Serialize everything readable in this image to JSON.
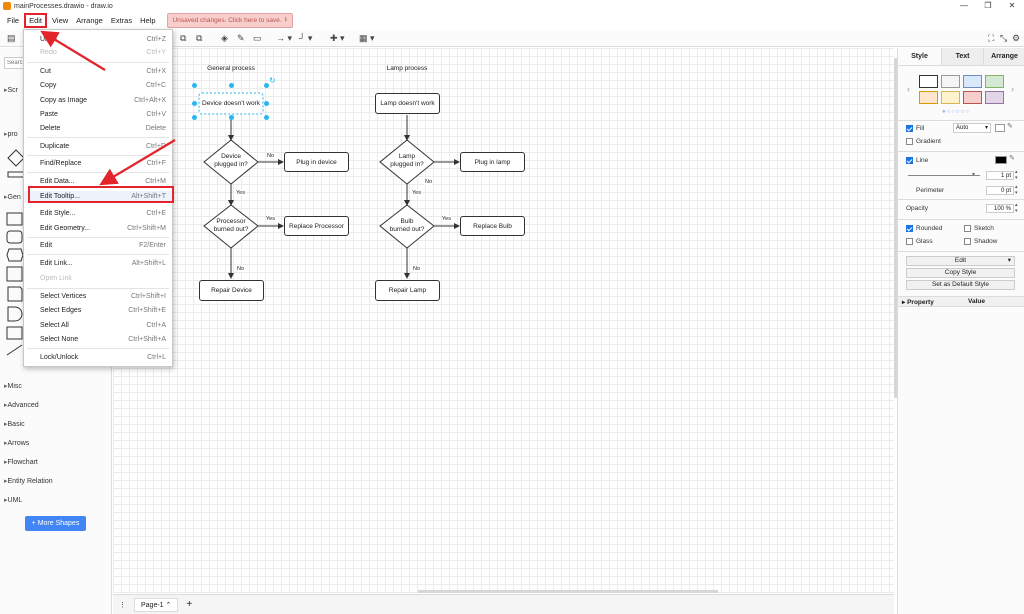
{
  "window": {
    "title": "mainProcesses.drawio - draw.io",
    "minimize": "—",
    "maximize": "❐",
    "close": "✕"
  },
  "menubar": {
    "items": [
      "File",
      "Edit",
      "View",
      "Arrange",
      "Extras",
      "Help"
    ],
    "unsaved": "Unsaved changes. Click here to save."
  },
  "edit_menu": {
    "items": [
      {
        "label": "Undo",
        "shortcut": "Ctrl+Z",
        "disabled": false
      },
      {
        "label": "Redo",
        "shortcut": "Ctrl+Y",
        "disabled": true
      },
      {
        "label": "Cut",
        "shortcut": "Ctrl+X",
        "disabled": false
      },
      {
        "label": "Copy",
        "shortcut": "Ctrl+C",
        "disabled": false
      },
      {
        "label": "Copy as Image",
        "shortcut": "Ctrl+Alt+X",
        "disabled": false
      },
      {
        "label": "Paste",
        "shortcut": "Ctrl+V",
        "disabled": false
      },
      {
        "label": "Delete",
        "shortcut": "Delete",
        "disabled": false
      },
      {
        "label": "Duplicate",
        "shortcut": "Ctrl+D",
        "disabled": false
      },
      {
        "label": "Find/Replace",
        "shortcut": "Ctrl+F",
        "disabled": false
      },
      {
        "label": "Edit Data...",
        "shortcut": "Ctrl+M",
        "disabled": false
      },
      {
        "label": "Edit Tooltip...",
        "shortcut": "Alt+Shift+T",
        "disabled": false
      },
      {
        "label": "Edit Style...",
        "shortcut": "Ctrl+E",
        "disabled": false
      },
      {
        "label": "Edit Geometry...",
        "shortcut": "Ctrl+Shift+M",
        "disabled": false
      },
      {
        "label": "Edit",
        "shortcut": "F2/Enter",
        "disabled": false
      },
      {
        "label": "Edit Link...",
        "shortcut": "Alt+Shift+L",
        "disabled": false
      },
      {
        "label": "Open Link",
        "shortcut": "",
        "disabled": true
      },
      {
        "label": "Select Vertices",
        "shortcut": "Ctrl+Shift+I",
        "disabled": false
      },
      {
        "label": "Select Edges",
        "shortcut": "Ctrl+Shift+E",
        "disabled": false
      },
      {
        "label": "Select All",
        "shortcut": "Ctrl+A",
        "disabled": false
      },
      {
        "label": "Select None",
        "shortcut": "Ctrl+Shift+A",
        "disabled": false
      },
      {
        "label": "Lock/Unlock",
        "shortcut": "Ctrl+L",
        "disabled": false
      }
    ]
  },
  "left_panel": {
    "search_placeholder": "Search",
    "sections": [
      "Scr",
      "pro",
      "Gen",
      "Misc",
      "Advanced",
      "Basic",
      "Arrows",
      "Flowchart",
      "Entity Relation",
      "UML"
    ],
    "more_shapes": "+ More Shapes"
  },
  "diagram": {
    "general_title": "General process",
    "lamp_title": "Lamp process",
    "g_start": "Device doesn't work",
    "g_d1": [
      "Device",
      "plugged in?"
    ],
    "g_plug": "Plug in device",
    "g_d2": [
      "Processor",
      "burned out?"
    ],
    "g_replace": "Replace Processor",
    "g_repair": "Repair Device",
    "l_start": "Lamp doesn't work",
    "l_d1": [
      "Lamp",
      "plugged in?"
    ],
    "l_plug": "Plug in lamp",
    "l_d2": [
      "Bulb",
      "burned out?"
    ],
    "l_replace": "Replace Bulb",
    "l_repair": "Repair Lamp",
    "no": "No",
    "yes": "Yes"
  },
  "page_bar": {
    "page": "Page-1",
    "page_caret": "⌃",
    "add": "+",
    "menu": "⋮"
  },
  "right_panel": {
    "tabs": [
      "Style",
      "Text",
      "Arrange"
    ],
    "fill": "Fill",
    "fill_mode": "Auto",
    "gradient": "Gradient",
    "line": "Line",
    "line_width": "1 pt",
    "perimeter": "Perimeter",
    "perimeter_val": "0 pt",
    "opacity": "Opacity",
    "opacity_val": "100 %",
    "rounded": "Rounded",
    "sketch": "Sketch",
    "glass": "Glass",
    "shadow": "Shadow",
    "edit": "Edit",
    "copy_style": "Copy Style",
    "set_default": "Set as Default Style",
    "property": "Property",
    "value": "Value"
  },
  "colors": {
    "accent": "#e3242b",
    "selection": "#29b6f2",
    "primary": "#4285f4"
  }
}
